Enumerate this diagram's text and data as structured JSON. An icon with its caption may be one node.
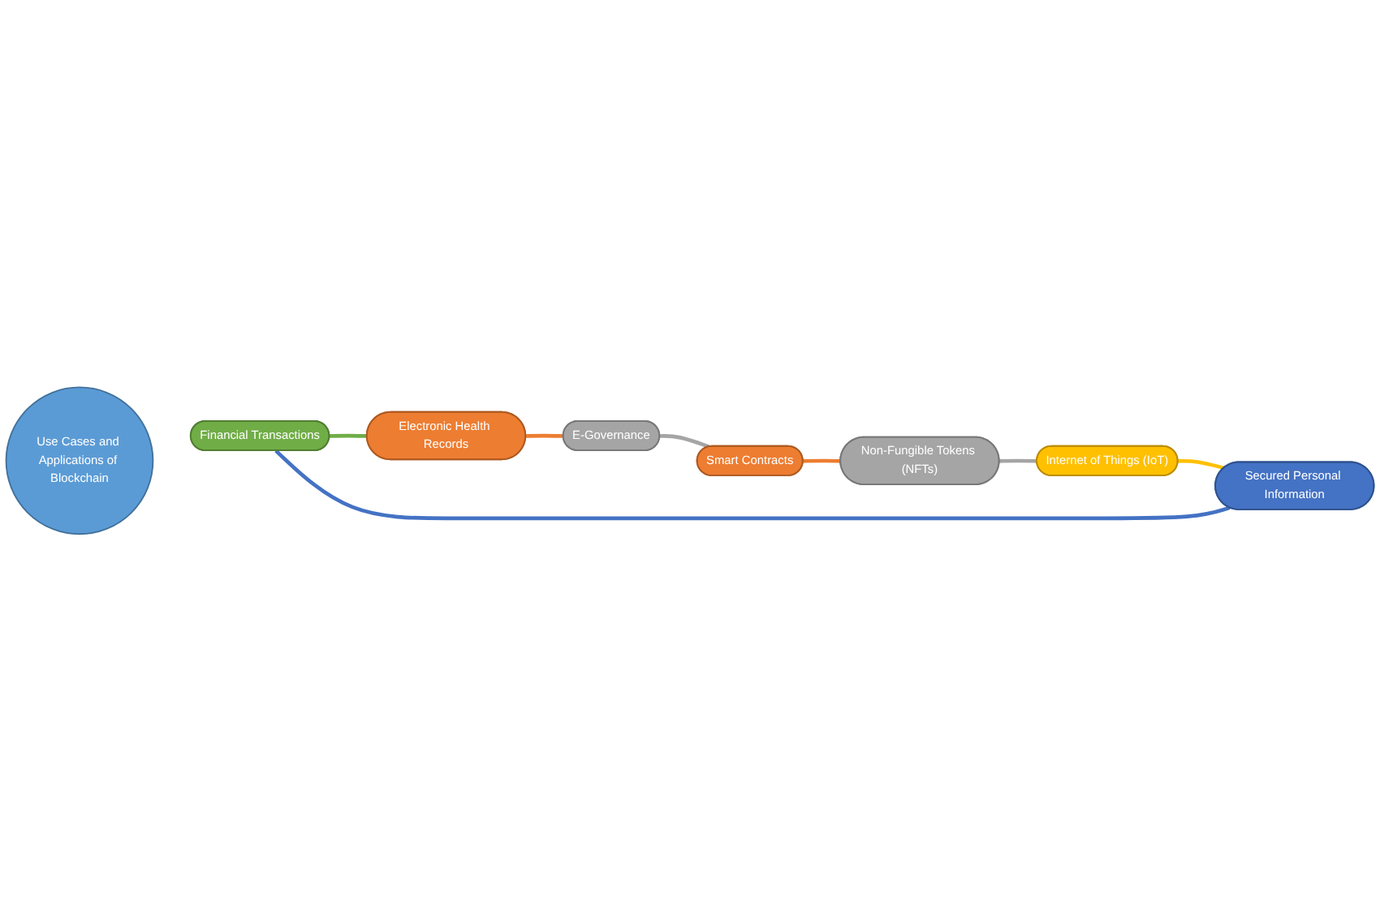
{
  "diagram": {
    "nodes": [
      {
        "text": [
          "Use Cases and Applications of Blockchain"
        ]
      },
      {
        "text": [
          "Smart Contracts"
        ]
      },
      {
        "text": [
          "Non-Fungible Tokens (NFTs)"
        ]
      },
      {
        "text": [
          "Internet of Things (IoT)"
        ]
      },
      {
        "text": [
          "Secured Personal Information"
        ]
      },
      {
        "text": [
          "Financial Transactions"
        ]
      },
      {
        "text": [
          "Electronic Health Records"
        ]
      },
      {
        "text": [
          "E-Governance"
        ]
      }
    ],
    "edges": [
      {
        "from": 1,
        "to": 2,
        "arrow": "none",
        "color": "#ed7d31"
      },
      {
        "from": 2,
        "to": 3,
        "arrow": "none",
        "color": "#a5a5a5"
      },
      {
        "from": 3,
        "to": 4,
        "arrow": "none",
        "color": "#ffc000"
      },
      {
        "from": 4,
        "to": 5,
        "arrow": "none",
        "color": "#4472c4"
      },
      {
        "from": 5,
        "to": 6,
        "arrow": "none",
        "color": "#70ad47"
      },
      {
        "from": 6,
        "to": 7,
        "arrow": "none",
        "color": "#ed7d31"
      },
      {
        "from": 7,
        "to": 1,
        "arrow": "none",
        "color": "#a5a5a5"
      }
    ]
  }
}
